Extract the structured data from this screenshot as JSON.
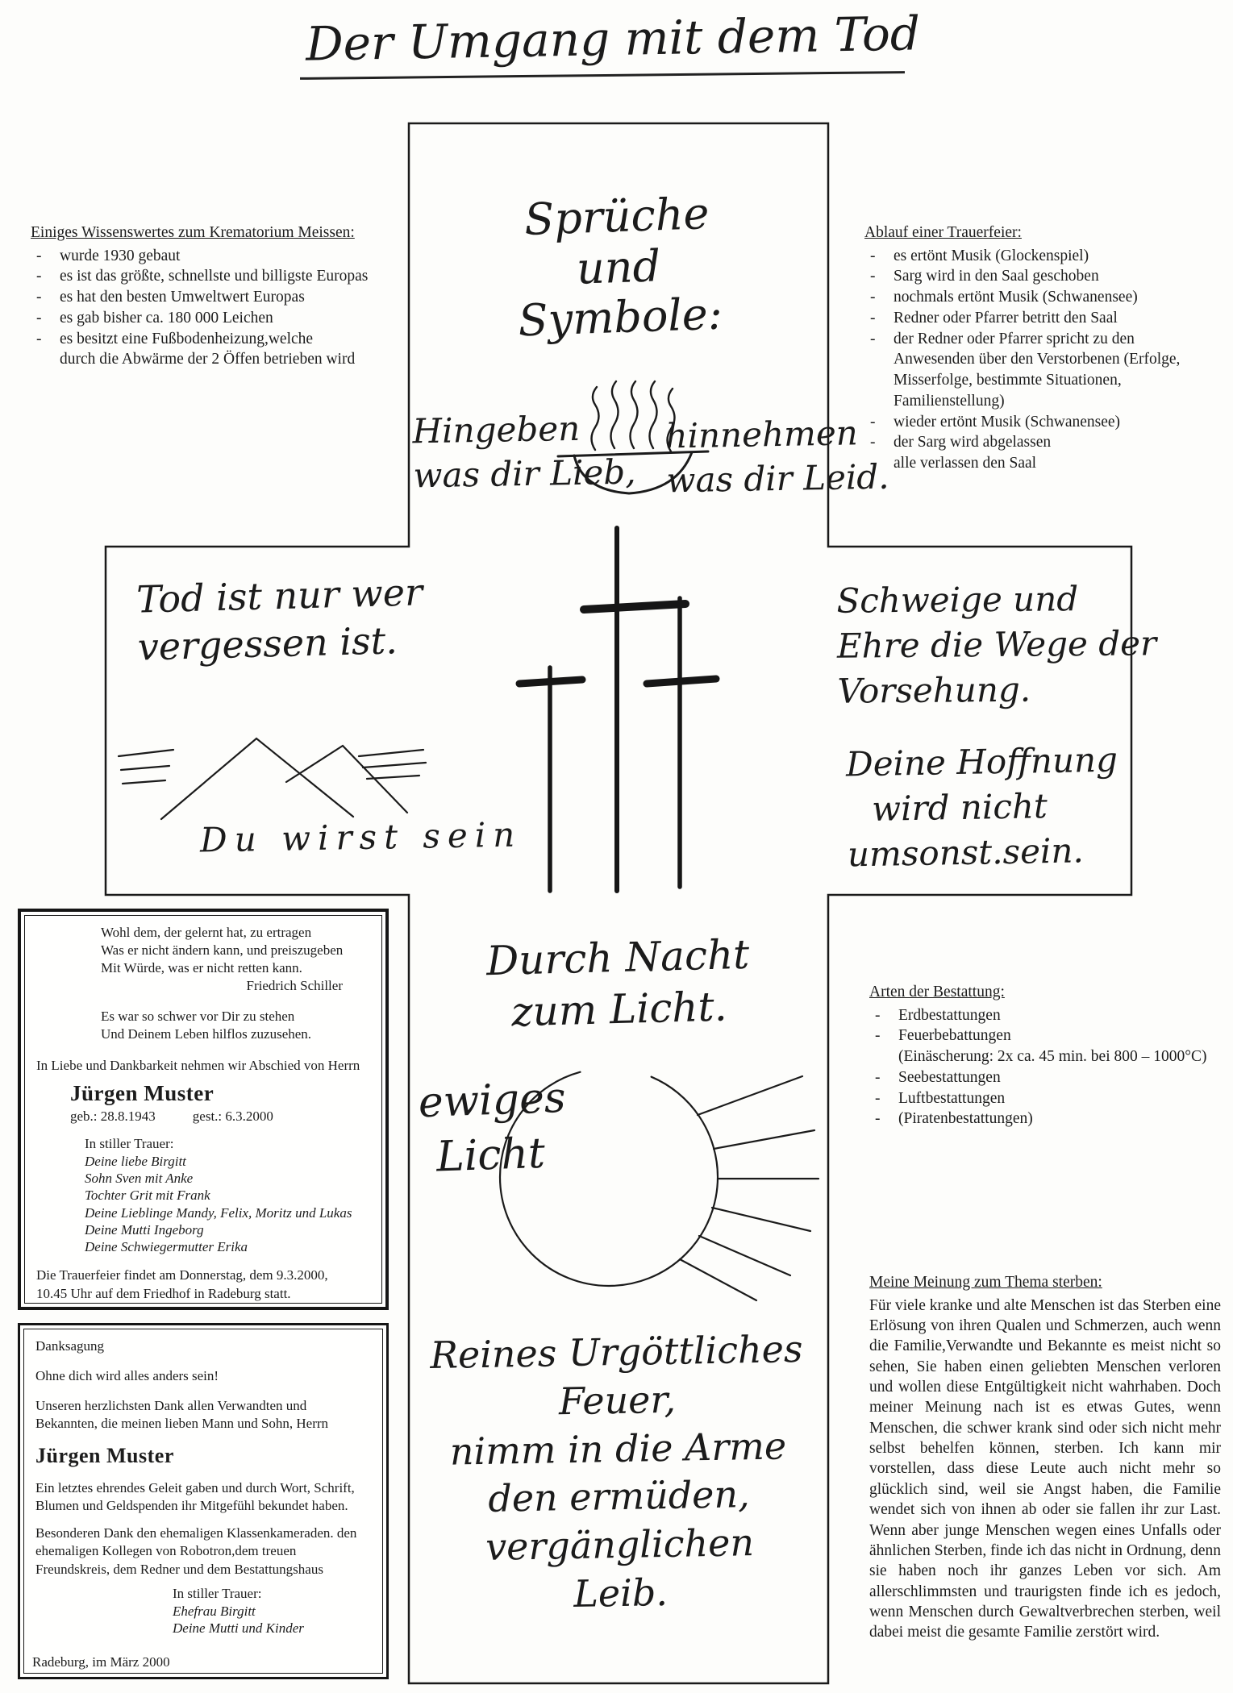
{
  "page_title": "Der Umgang mit dem Tod",
  "krematorium": {
    "heading": "Einiges Wissenswertes zum Krematorium Meissen:",
    "items": [
      "wurde 1930 gebaut",
      "es ist das größte, schnellste und billigste Europas",
      "es hat den besten Umweltwert Europas",
      "es gab bisher ca. 180 000 Leichen",
      "es besitzt eine Fußbodenheizung,welche"
    ],
    "continuation": "durch die Abwärme der 2 Öffen betrieben wird"
  },
  "trauerfeier": {
    "heading": "Ablauf einer Trauerfeier:",
    "items": [
      "es ertönt Musik (Glockenspiel)",
      "Sarg wird in den Saal geschoben",
      "nochmals ertönt Musik (Schwanensee)",
      "Redner oder Pfarrer betritt den Saal",
      "der Redner oder Pfarrer spricht zu den Anwesenden über den Verstorbenen (Erfolge, Misserfolge, bestimmte Situationen, Familienstellung)",
      "wieder ertönt Musik (Schwanensee)",
      "der Sarg wird abgelassen",
      "alle verlassen den Saal"
    ]
  },
  "sprueche_symbole": {
    "lines": [
      "Sprüche",
      "und",
      "Symbole:"
    ]
  },
  "bowl_quote": {
    "left_line1": "Hingeben",
    "left_line2": "was dir Lieb,",
    "right_line1": "hinnehmen",
    "right_line2": "was dir Leid."
  },
  "tod_quote": {
    "lines": [
      "Tod ist nur wer",
      "vergessen ist."
    ]
  },
  "mountain_caption": "Du wirst sein",
  "schweige_quote": {
    "lines": [
      "Schweige und",
      "Ehre die Wege der",
      "Vorsehung."
    ]
  },
  "hoffnung_quote": {
    "lines": [
      "Deine Hoffnung",
      "wird nicht",
      "umsonst.sein."
    ]
  },
  "durch_nacht": {
    "lines": [
      "Durch Nacht",
      "zum Licht."
    ]
  },
  "ewiges_licht": {
    "lines": [
      "ewiges",
      "Licht"
    ]
  },
  "feuer_quote": {
    "lines": [
      "Reines Urgöttliches",
      "Feuer,",
      "nimm in die Arme",
      "den ermüden,",
      "vergänglichen",
      "Leib."
    ]
  },
  "obituary": {
    "poem": [
      "Wohl dem, der gelernt hat, zu ertragen",
      "Was er nicht ändern kann, und preiszugeben",
      "Mit Würde, was er nicht retten kann."
    ],
    "poem_author": "Friedrich Schiller",
    "verse": [
      "Es war so schwer vor Dir zu stehen",
      "Und Deinem Leben hilflos zuzusehen."
    ],
    "intro": "In Liebe und Dankbarkeit nehmen wir Abschied von Herrn",
    "name": "Jürgen Muster",
    "dates_geb": "geb.: 28.8.1943",
    "dates_gest": "gest.: 6.3.2000",
    "mourning_label": "In stiller Trauer:",
    "mourners": [
      "Deine liebe Birgitt",
      "Sohn Sven mit Anke",
      "Tochter Grit mit Frank",
      "Deine Lieblinge Mandy, Felix, Moritz und Lukas",
      "Deine Mutti Ingeborg",
      "Deine Schwiegermutter Erika"
    ],
    "funeral_info": [
      "Die Trauerfeier findet am Donnerstag, dem 9.3.2000,",
      "10.45 Uhr auf dem Friedhof in Radeburg statt."
    ]
  },
  "danksagung": {
    "heading": "Danksagung",
    "line1": "Ohne dich wird alles anders sein!",
    "para1": "Unseren herzlichsten Dank allen Verwandten und Bekannten, die meinen lieben Mann und Sohn, Herrn",
    "name": "Jürgen Muster",
    "para2": "Ein letztes ehrendes Geleit gaben und durch Wort, Schrift, Blumen und Geldspenden ihr Mitgefühl bekundet haben.",
    "para3": "Besonderen Dank den ehemaligen Klassenkameraden. den ehemaligen Kollegen von Robotron,dem treuen Freundskreis, dem Redner und dem Bestattungshaus",
    "mourning_label": "In stiller Trauer:",
    "mourners": [
      "Ehefrau Birgitt",
      "Deine Mutti und Kinder"
    ],
    "footer": "Radeburg, im März 2000"
  },
  "bestattung": {
    "heading": "Arten der Bestattung:",
    "items": [
      "Erdbestattungen",
      "Feuerbebattungen",
      "Seebestattungen",
      "Luftbestattungen",
      "(Piratenbestattungen)"
    ],
    "feuer_note": "(Einäscherung: 2x ca. 45 min. bei 800 – 1000°C)"
  },
  "meinung": {
    "heading": "Meine Meinung zum Thema sterben:",
    "text": "Für viele kranke und alte Menschen ist das Sterben eine Erlösung von ihren Qualen und Schmerzen, auch wenn die Familie,Verwandte und Bekannte es meist nicht so sehen, Sie haben einen geliebten Menschen verloren und wollen diese Entgültigkeit nicht wahrhaben. Doch meiner Meinung nach ist es etwas Gutes, wenn Menschen, die schwer krank sind oder sich nicht mehr selbst behelfen können, sterben. Ich kann mir vorstellen, dass diese Leute auch nicht mehr so glücklich sind, weil sie Angst haben, die Familie wendet sich von ihnen ab oder sie fallen ihr zur Last. Wenn aber junge Menschen wegen eines Unfalls oder ähnlichen Sterben, finde ich das nicht in Ordnung, denn sie haben noch ihr ganzes Leben vor sich. Am allerschlimmsten und traurigsten finde ich es jedoch, wenn Menschen durch Gewaltverbrechen sterben, weil dabei meist die gesamte Familie zerstört wird."
  }
}
